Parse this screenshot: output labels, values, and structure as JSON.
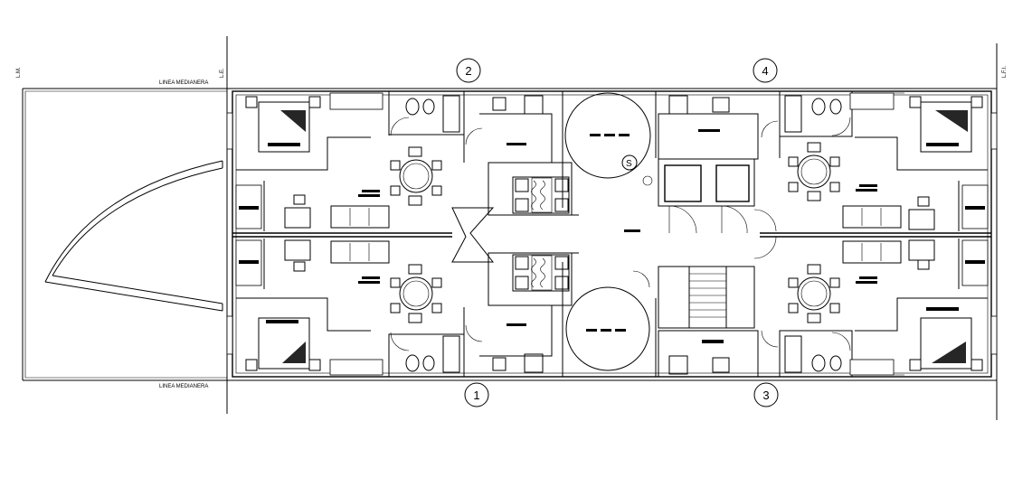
{
  "labels": {
    "lm": "L.M.",
    "le": "L.E.",
    "lfi": "L.F.I.",
    "medianera_top": "LINEA MEDIANERA",
    "medianera_bottom": "LINEA MEDIANERA",
    "shaft": "S"
  },
  "units": [
    {
      "number": "2"
    },
    {
      "number": "4"
    },
    {
      "number": "1"
    },
    {
      "number": "3"
    }
  ]
}
